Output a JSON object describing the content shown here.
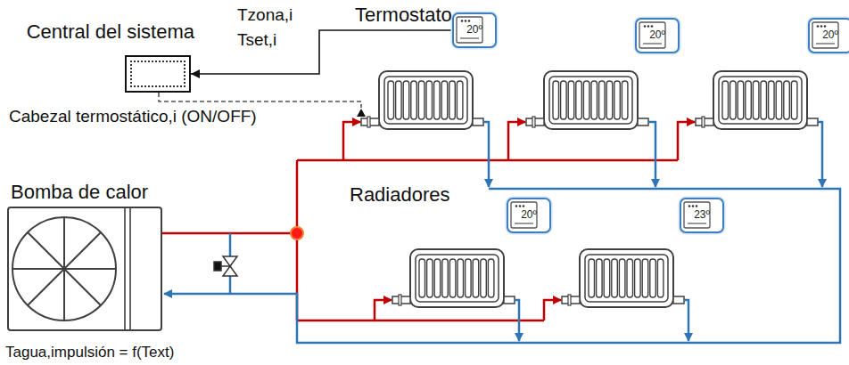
{
  "diagram": {
    "nodes": [
      {
        "text": [
          "Central del sistema"
        ]
      },
      {
        "text": [
          "20º"
        ]
      },
      {
        "text": [
          "20º"
        ]
      },
      {
        "text": [
          "20º"
        ]
      },
      {
        "text": [
          "20º"
        ]
      },
      {
        "text": [
          "23º"
        ]
      },
      {
        "text": [
          "Bomba de calor"
        ]
      }
    ],
    "edges": [
      {
        "from": 1,
        "to": 0,
        "arrow": "to"
      }
    ],
    "labels": [
      "Tzona,i",
      "Tset,i",
      "Termostato",
      "Cabezal termostático,i (ON/OFF)",
      "Radiadores",
      "Tagua,impulsión = f(Text)"
    ]
  }
}
